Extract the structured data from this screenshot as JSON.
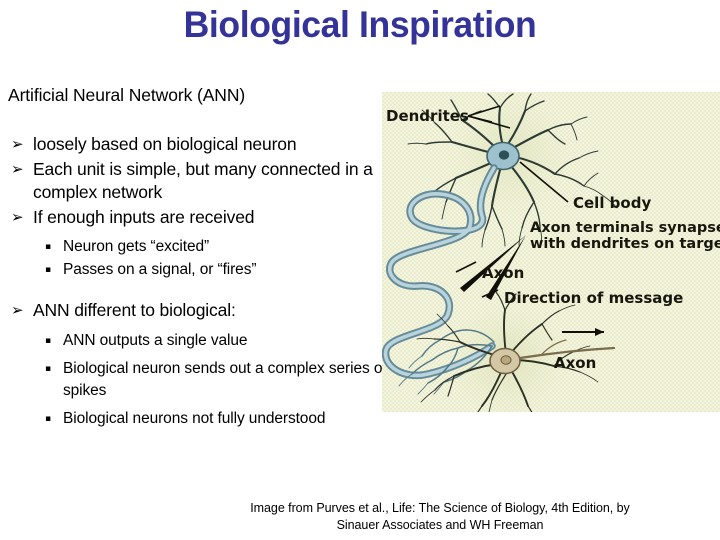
{
  "slide": {
    "title": "Biological Inspiration",
    "title_color": "#333399",
    "background_color": "#ffffff"
  },
  "content": {
    "lead": "Artificial Neural Network (ANN)",
    "bullet_glyph": "➢",
    "subbullet_glyph": "▪",
    "bullets": [
      {
        "level": 1,
        "text": "loosely based on biological neuron"
      },
      {
        "level": 1,
        "text": "Each unit is simple, but many connected in a complex network"
      },
      {
        "level": 1,
        "text": "If enough inputs are received"
      },
      {
        "level": 2,
        "text": "Neuron gets “excited”"
      },
      {
        "level": 2,
        "text": "Passes on a signal, or “fires”"
      },
      {
        "level": 1,
        "text": "ANN different to biological:"
      },
      {
        "level": 2,
        "text": "ANN outputs a single value"
      },
      {
        "level": 2,
        "text": "Biological neuron sends out a complex series of spikes"
      },
      {
        "level": 2,
        "text": "Biological neurons not fully understood"
      }
    ]
  },
  "figure": {
    "background_color": "#e9ebc9",
    "labels": {
      "dendrites": "Dendrites",
      "cell_body": "Cell body",
      "axon_top": "Axon",
      "direction": "Direction of message",
      "terminals_line1": "Axon terminals synapse",
      "terminals_line2": "with dendrites on target cell",
      "axon_bottom": "Axon"
    }
  },
  "caption": {
    "line1": "Image from Purves et al., Life: The Science of Biology, 4th Edition, by",
    "line2": "Sinauer Associates and WH Freeman"
  }
}
